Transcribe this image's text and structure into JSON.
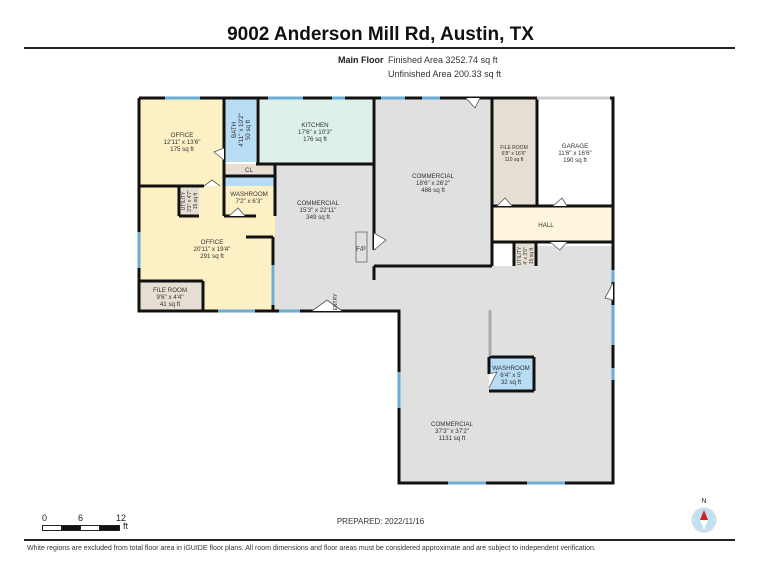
{
  "header": {
    "title": "9002 Anderson Mill Rd, Austin, TX",
    "floor_label": "Main Floor",
    "finished_area": "Finished Area 3252.74 sq ft",
    "unfinished_area": "Unfinished Area 200.33 sq ft"
  },
  "rooms": [
    {
      "name": "OFFICE",
      "dims": "12'11\" x 13'6\"",
      "area": "175 sq ft",
      "color": "#fdf0c4"
    },
    {
      "name": "BATH",
      "dims": "4'11\" x 10'2\"",
      "area": "50 sq ft",
      "color": "#b9dcf5"
    },
    {
      "name": "KITCHEN",
      "dims": "17'6\" x 10'3\"",
      "area": "176 sq ft",
      "color": "#ddf1ea"
    },
    {
      "name": "CL",
      "dims": "",
      "area": "",
      "color": "#e6ded2"
    },
    {
      "name": "WASHROOM",
      "dims": "7'2\" x 6'3\"",
      "area": "",
      "color": "#b9dcf5"
    },
    {
      "name": "UTILITY",
      "dims": "3'3\" x 4'7\"",
      "area": "15 sq ft",
      "color": "#e6ded2"
    },
    {
      "name": "OFFICE",
      "dims": "20'11\" x 19'4\"",
      "area": "291 sq ft",
      "color": "#fdf0c4"
    },
    {
      "name": "FILE ROOM",
      "dims": "9'6\" x 4'4\"",
      "area": "41 sq ft",
      "color": "#e6ded2"
    },
    {
      "name": "COMMERCIAL",
      "dims": "15'3\" x 22'11\"",
      "area": "349 sq ft",
      "color": "#e0e0e0"
    },
    {
      "name": "COMMERCIAL",
      "dims": "18'6\" x 26'2\"",
      "area": "486 sq ft",
      "color": "#e0e0e0"
    },
    {
      "name": "FILE ROOM",
      "dims": "6'8\" x 16'6\"",
      "area": "110 sq ft",
      "color": "#e6ded2"
    },
    {
      "name": "GARAGE",
      "dims": "11'6\" x 16'6\"",
      "area": "190 sq ft",
      "color": "#ffffff"
    },
    {
      "name": "HALL",
      "dims": "",
      "area": "",
      "color": "#fdf6dc"
    },
    {
      "name": "UTILITY",
      "dims": "4' x 3'9\"",
      "area": "15 sq ft",
      "color": "#e6ded2"
    },
    {
      "name": "WASHROOM",
      "dims": "6'4\" x 5'",
      "area": "32 sq ft",
      "color": "#b9dcf5"
    },
    {
      "name": "COMMERCIAL",
      "dims": "37'3\" x 37'2\"",
      "area": "1131 sq ft",
      "color": "#e0e0e0"
    }
  ],
  "labels": {
    "fireplace": "F/P",
    "entry": "ENTRY"
  },
  "scale_bar": {
    "ticks": [
      "0",
      "6",
      "12"
    ],
    "unit": "ft"
  },
  "prepared": "PREPARED: 2022/11/16",
  "compass": {
    "label": "N"
  },
  "footnote": "White regions are excluded from total floor area in iGUIDE floor plans. All room dimensions and floor areas must be considered approximate and are subject to independent verification.",
  "colors": {
    "wall": "#111111",
    "window": "#6aaed6",
    "compass_needle": "#d32020",
    "compass_ring": "#bfe0f5"
  }
}
